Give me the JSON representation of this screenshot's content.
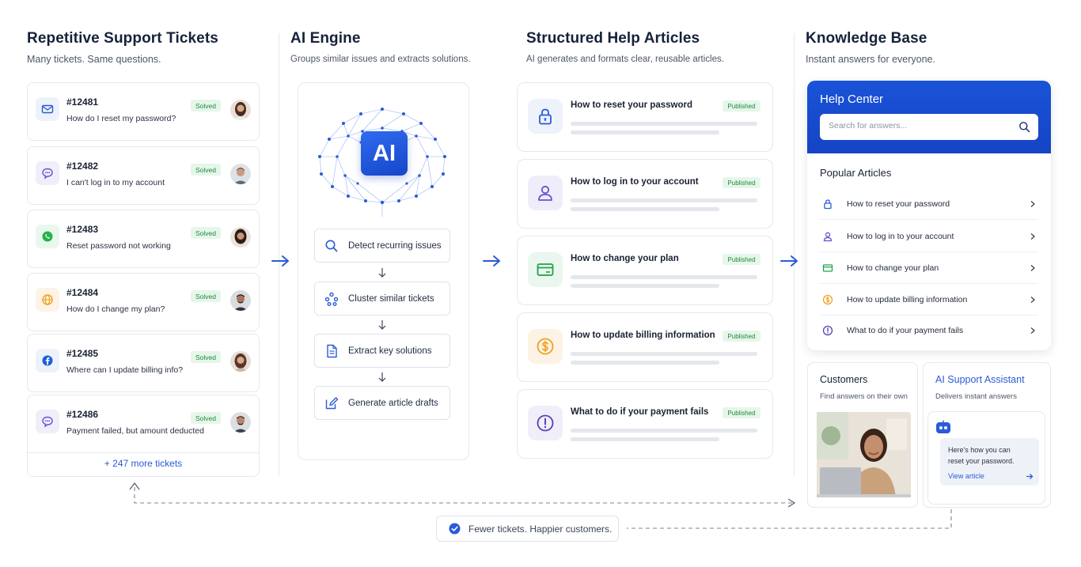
{
  "columns": {
    "tickets": {
      "title": "Repetitive Support Tickets",
      "subtitle": "Many tickets. Same questions."
    },
    "engine": {
      "title": "AI Engine",
      "subtitle": "Groups similar issues and extracts solutions."
    },
    "articles": {
      "title": "Structured Help Articles",
      "subtitle": "AI generates and formats clear, reusable articles."
    },
    "kb": {
      "title": "Knowledge Base",
      "subtitle": "Instant answers for everyone."
    }
  },
  "tickets": [
    {
      "id": "#12481",
      "text": "How do I reset my password?",
      "status": "Solved",
      "icon": "mail-icon"
    },
    {
      "id": "#12482",
      "text": "I can't log in to my account",
      "status": "Solved",
      "icon": "chat-icon"
    },
    {
      "id": "#12483",
      "text": "Reset password not working",
      "status": "Solved",
      "icon": "whatsapp-icon"
    },
    {
      "id": "#12484",
      "text": "How do I change my plan?",
      "status": "Solved",
      "icon": "globe-icon"
    },
    {
      "id": "#12485",
      "text": "Where can I update billing info?",
      "status": "Solved",
      "icon": "facebook-icon"
    },
    {
      "id": "#12486",
      "text": "Payment failed, but amount deducted",
      "status": "Solved",
      "icon": "chat-icon"
    }
  ],
  "more_tickets": "+ 247 more tickets",
  "engine": {
    "badge": "AI",
    "steps": [
      {
        "label": "Detect recurring issues",
        "icon": "search-icon"
      },
      {
        "label": "Cluster similar tickets",
        "icon": "cluster-icon"
      },
      {
        "label": "Extract key solutions",
        "icon": "document-icon"
      },
      {
        "label": "Generate article drafts",
        "icon": "edit-icon"
      }
    ]
  },
  "articles": [
    {
      "title": "How to reset your password",
      "status": "Published",
      "icon": "lock-icon",
      "color": "#2a5bd7"
    },
    {
      "title": "How to log in to your account",
      "status": "Published",
      "icon": "user-icon",
      "color": "#6b4fd0"
    },
    {
      "title": "How to change your plan",
      "status": "Published",
      "icon": "card-icon",
      "color": "#22a04a"
    },
    {
      "title": "How to update billing information",
      "status": "Published",
      "icon": "dollar-icon",
      "color": "#f0a020"
    },
    {
      "title": "What to do if your payment fails",
      "status": "Published",
      "icon": "alert-icon",
      "color": "#5b3fb8"
    }
  ],
  "help_center": {
    "title": "Help Center",
    "search_placeholder": "Search for answers...",
    "popular_title": "Popular Articles",
    "items": [
      {
        "label": "How to reset your password",
        "icon": "lock-icon",
        "color": "#2a5bd7"
      },
      {
        "label": "How to log in to your account",
        "icon": "user-icon",
        "color": "#6b4fd0"
      },
      {
        "label": "How to change your plan",
        "icon": "card-icon",
        "color": "#22a04a"
      },
      {
        "label": "How to update billing information",
        "icon": "dollar-icon",
        "color": "#f0a020"
      },
      {
        "label": "What to do if your payment fails",
        "icon": "alert-icon",
        "color": "#5b3fb8"
      }
    ]
  },
  "customers": {
    "title": "Customers",
    "desc": "Find answers on their own"
  },
  "assistant": {
    "title": "AI Support Assistant",
    "desc": "Delivers instant answers",
    "message": "Here's how you can reset your password.",
    "link": "View article"
  },
  "outcome": "Fewer tickets. Happier customers.",
  "colors": {
    "brand": "#1a53d8",
    "accent": "#2a5bd7",
    "success": "#1e8a3a"
  }
}
